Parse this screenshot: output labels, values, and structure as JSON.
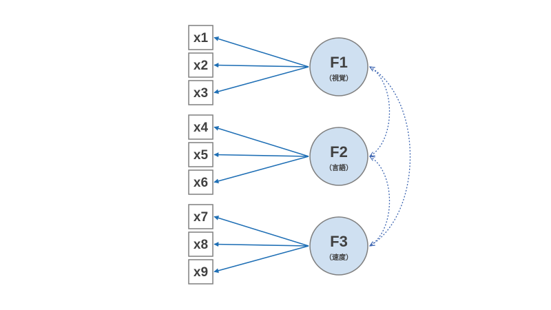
{
  "colors": {
    "arrow": "#1f6fb5",
    "covariance": "#3a63b0",
    "factor_fill": "#cfe0f1",
    "border": "#7f7f7f",
    "text": "#404040"
  },
  "indicators": [
    "x1",
    "x2",
    "x3",
    "x4",
    "x5",
    "x6",
    "x7",
    "x8",
    "x9"
  ],
  "factors": [
    {
      "name": "F1",
      "sub": "（視覚）",
      "indicators": [
        "x1",
        "x2",
        "x3"
      ]
    },
    {
      "name": "F2",
      "sub": "（言語）",
      "indicators": [
        "x4",
        "x5",
        "x6"
      ]
    },
    {
      "name": "F3",
      "sub": "（速度）",
      "indicators": [
        "x7",
        "x8",
        "x9"
      ]
    }
  ],
  "covariances": [
    [
      "F1",
      "F2"
    ],
    [
      "F2",
      "F3"
    ],
    [
      "F1",
      "F3"
    ]
  ]
}
